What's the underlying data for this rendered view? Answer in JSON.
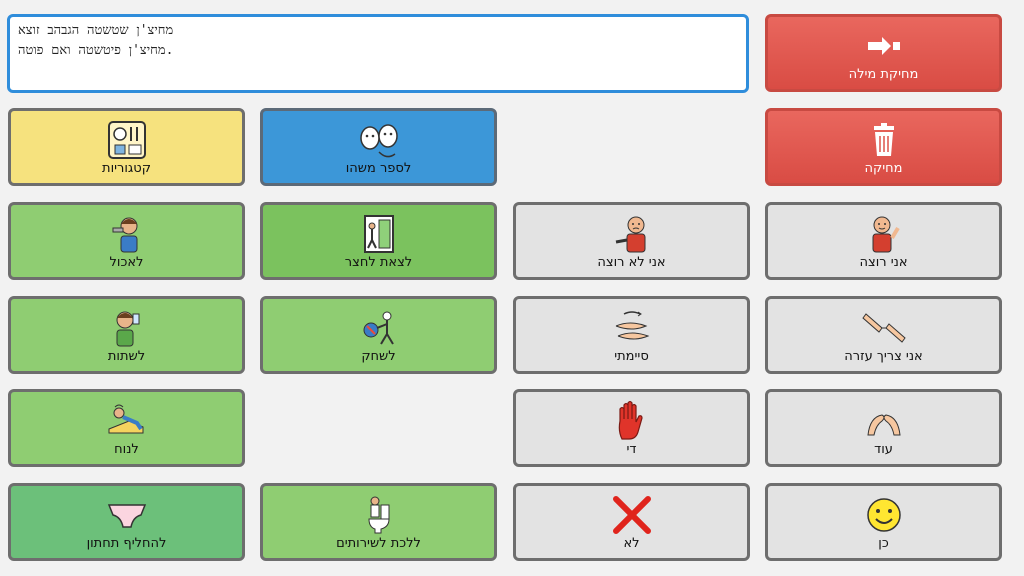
{
  "message_box": {
    "lines": [
      "מחיצ'ן שטשטה הגבהב זוצא",
      "מחיצ'ן פיטשטה ואם פוטה."
    ]
  },
  "colors": {
    "red": "#dd524a",
    "yellow": "#f6e27e",
    "blue": "#3c97d8",
    "green": "#8fcd72",
    "gray": "#e3e3e3",
    "textbox_border": "#2f8ddb"
  },
  "tiles": {
    "delete_word": {
      "label": "מחיקת מילה",
      "icon": "backspace-arrow-icon"
    },
    "delete": {
      "label": "מחיקה",
      "icon": "trash-icon"
    },
    "categories": {
      "label": "קטגוריות",
      "icon": "categories-icon"
    },
    "tell_something": {
      "label": "לספר משהו",
      "icon": "talking-faces-icon"
    },
    "eat": {
      "label": "לאכול",
      "icon": "eating-boy-icon"
    },
    "go_outside": {
      "label": "לצאת לחצר",
      "icon": "door-outside-icon"
    },
    "dont_want": {
      "label": "אני לא רוצה",
      "icon": "refusing-person-icon"
    },
    "want": {
      "label": "אני רוצה",
      "icon": "wanting-person-icon"
    },
    "drink": {
      "label": "לשתות",
      "icon": "drinking-boy-icon"
    },
    "play": {
      "label": "לשחק",
      "icon": "playing-ball-icon"
    },
    "finished": {
      "label": "סיימתי",
      "icon": "finished-hands-icon"
    },
    "need_help": {
      "label": "אני צריך עזרה",
      "icon": "help-hands-icon"
    },
    "rest": {
      "label": "לנוח",
      "icon": "resting-person-icon"
    },
    "stop": {
      "label": "די",
      "icon": "stop-hand-icon"
    },
    "more": {
      "label": "עוד",
      "icon": "more-hands-icon"
    },
    "change_diaper": {
      "label": "להחליף תחתון",
      "icon": "underwear-icon"
    },
    "bathroom": {
      "label": "ללכת לשירותים",
      "icon": "toilet-icon"
    },
    "no": {
      "label": "לא",
      "icon": "red-x-icon"
    },
    "yes": {
      "label": "כן",
      "icon": "smiley-icon"
    }
  }
}
